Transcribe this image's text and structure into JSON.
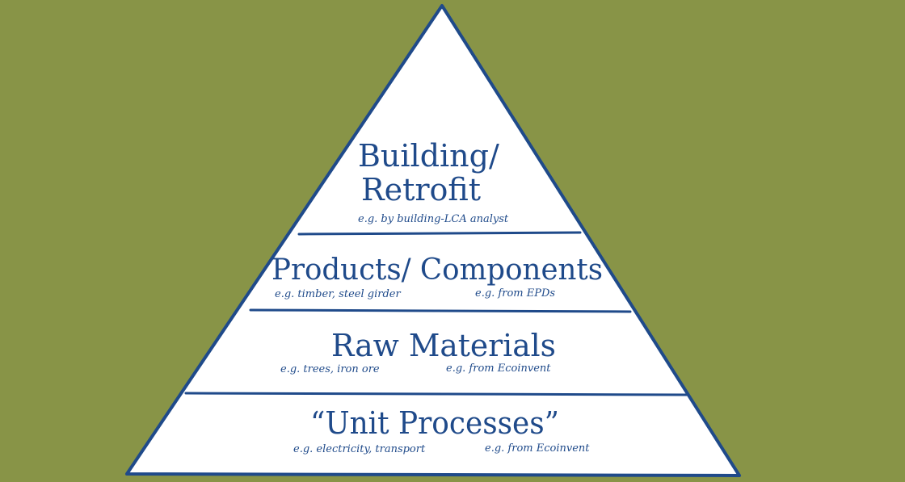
{
  "diagram": {
    "colors": {
      "background": "#889447",
      "outline": "#1f4a8a",
      "fill": "#ffffff",
      "text": "#1f4a8a"
    },
    "layers": [
      {
        "title_line1": "Building/",
        "title_line2": "Retrofit",
        "note": "e.g. by building-LCA analyst"
      },
      {
        "title": "Products/ Components",
        "note_left": "e.g.  timber, steel girder",
        "note_right": "e.g.  from  EPDs"
      },
      {
        "title": "Raw Materials",
        "note_left": "e.g. trees, iron ore",
        "note_right": "e.g. from  Ecoinvent"
      },
      {
        "title": "“Unit Processes”",
        "note_left": "e.g. electricity, transport",
        "note_right": "e.g. from  Ecoinvent"
      }
    ]
  }
}
